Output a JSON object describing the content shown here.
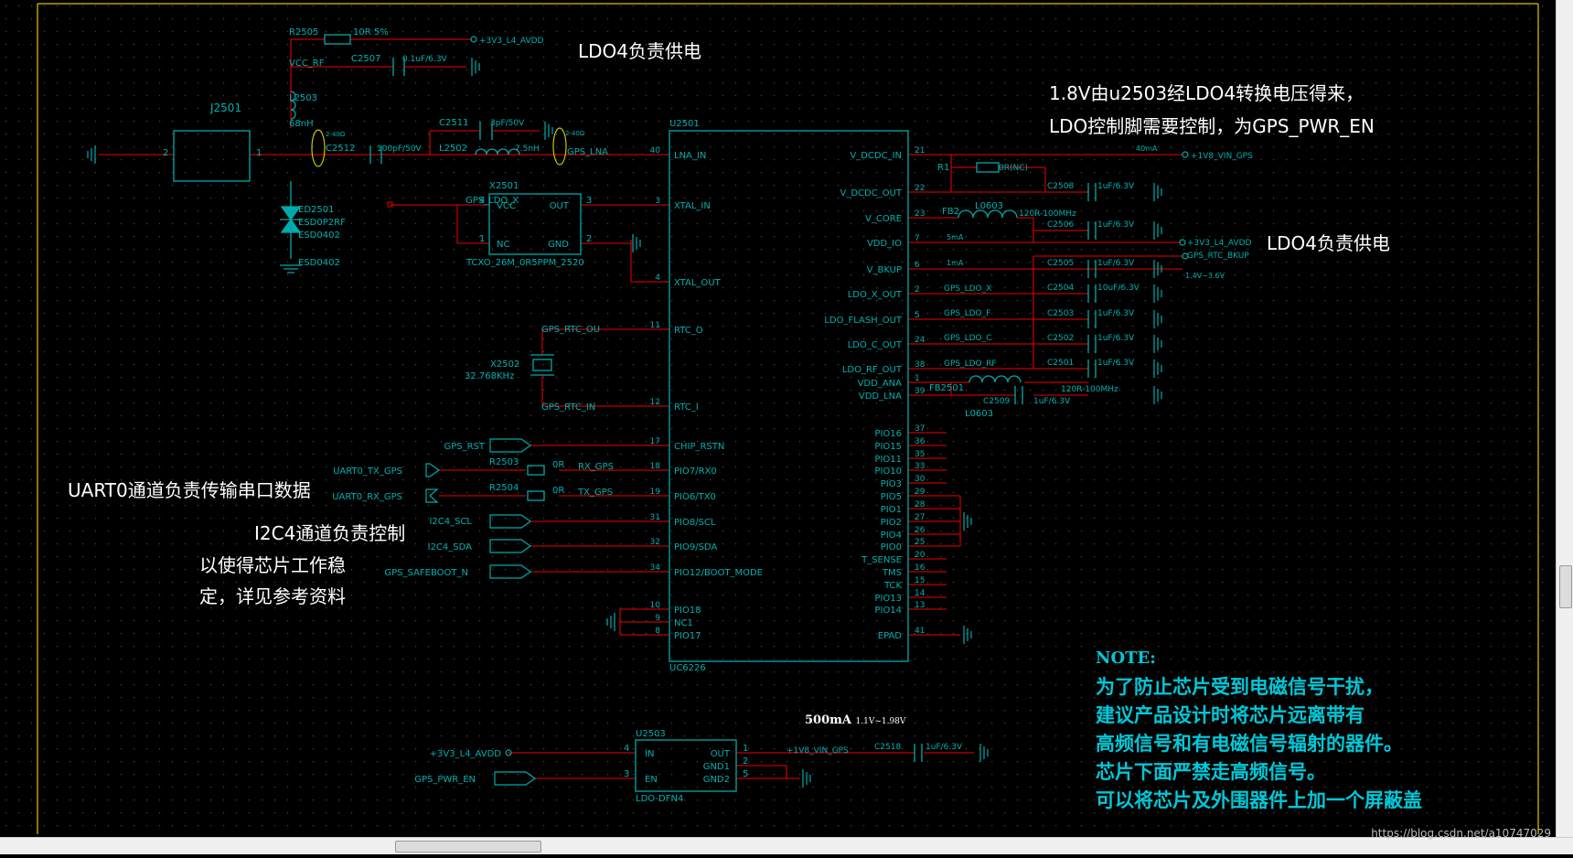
{
  "colors": {
    "background": "#000000",
    "grid_dot": "#3a3a3a",
    "wire": "#c00000",
    "component": "#00aaaa",
    "component_text": "#00b0b0",
    "annotation": "#ffffff",
    "note": "#00c8d8",
    "border": "#b8a000"
  },
  "annotations": {
    "ldo4_top": "LDO4负责供电",
    "note_1v8_line1": "1.8V由u2503经LDO4转换电压得来，",
    "note_1v8_line2": "LDO控制脚需要控制，为GPS_PWR_EN",
    "ldo4_right": "LDO4负责供电",
    "uart0": "UART0通道负责传输串口数据",
    "i2c4_line1": "I2C4通道负责控制",
    "i2c4_line2": "以使得芯片工作稳",
    "i2c4_line3": "定，详见参考资料"
  },
  "note_block": {
    "title": "NOTE:",
    "line1": "为了防止芯片受到电磁信号干扰，",
    "line2": "建议产品设计时将芯片远离带有",
    "line3": "高频信号和有电磁信号辐射的器件。",
    "line4": "芯片下面严禁走高频信号。",
    "line5": "可以将芯片及外围器件上加一个屏蔽盖"
  },
  "watermark": "https://blog.csdn.net/a10747029",
  "ldo_current_label": "500mA",
  "ldo_voltage_range": "1.1V~1.98V",
  "schematic": {
    "u2501": {
      "ref": "U2501",
      "part": "UC6226",
      "left_pins": [
        {
          "name": "LNA_IN",
          "num": "40"
        },
        {
          "name": "XTAL_IN",
          "num": "3"
        },
        {
          "name": "XTAL_OUT",
          "num": "4"
        },
        {
          "name": "RTC_O",
          "num": "11"
        },
        {
          "name": "RTC_I",
          "num": "12"
        },
        {
          "name": "CHIP_RSTN",
          "num": "17"
        },
        {
          "name": "PIO7/RX0",
          "num": "18"
        },
        {
          "name": "PIO6/TX0",
          "num": "19"
        },
        {
          "name": "PIO8/SCL",
          "num": "31"
        },
        {
          "name": "PIO9/SDA",
          "num": "32"
        },
        {
          "name": "PIO12/BOOT_MODE",
          "num": "34"
        },
        {
          "name": "PIO18",
          "num": "10"
        },
        {
          "name": "NC1",
          "num": "9"
        },
        {
          "name": "PIO17",
          "num": "8"
        }
      ],
      "right_pins": [
        {
          "name": "V_DCDC_IN",
          "num": "21"
        },
        {
          "name": "V_DCDC_OUT",
          "num": "22"
        },
        {
          "name": "V_CORE",
          "num": "23"
        },
        {
          "name": "VDD_IO",
          "num": "7"
        },
        {
          "name": "V_BKUP",
          "num": "6"
        },
        {
          "name": "LDO_X_OUT",
          "num": "2"
        },
        {
          "name": "LDO_FLASH_OUT",
          "num": "5"
        },
        {
          "name": "LDO_C_OUT",
          "num": "24"
        },
        {
          "name": "LDO_RF_OUT",
          "num": "38"
        },
        {
          "name": "VDD_ANA",
          "num": "1"
        },
        {
          "name": "VDD_LNA",
          "num": "39"
        },
        {
          "name": "PIO16",
          "num": "37"
        },
        {
          "name": "PIO15",
          "num": "36"
        },
        {
          "name": "PIO11",
          "num": "35"
        },
        {
          "name": "PIO10",
          "num": "33"
        },
        {
          "name": "PIO3",
          "num": "30"
        },
        {
          "name": "PIO5",
          "num": "29"
        },
        {
          "name": "PIO1",
          "num": "28"
        },
        {
          "name": "PIO2",
          "num": "27"
        },
        {
          "name": "PIO4",
          "num": "26"
        },
        {
          "name": "PIO0",
          "num": "25"
        },
        {
          "name": "T_SENSE",
          "num": "20"
        },
        {
          "name": "TMS",
          "num": "16"
        },
        {
          "name": "TCK",
          "num": "15"
        },
        {
          "name": "PIO13",
          "num": "14"
        },
        {
          "name": "PIO14",
          "num": "13"
        },
        {
          "name": "EPAD",
          "num": "41"
        }
      ]
    },
    "right_side": {
      "r1": {
        "ref": "R1",
        "value": "0R(NC)"
      },
      "net_1v8": "+1V8_VIN_GPS",
      "current_40ma": "40mA",
      "current_5ma": "5mA",
      "current_1ma": "1mA",
      "net_3v3": "+3V3_L4_AVDD",
      "net_rtc_bkup": "GPS_RTC_BKUP",
      "bkup_range": "1.4V~3.6V",
      "fb2": {
        "ref": "FB2",
        "part": "L0603",
        "value": "120R-100MHz"
      },
      "fb2501": {
        "ref": "FB2501",
        "part": "L0603",
        "value": "120R-100MHz"
      },
      "caps": [
        {
          "ref": "C2508",
          "value": "1uF/6.3V"
        },
        {
          "ref": "C2506",
          "value": "1uF/6.3V"
        },
        {
          "ref": "C2505",
          "value": "1uF/6.3V"
        },
        {
          "ref": "C2504",
          "value": "10uF/6.3V"
        },
        {
          "ref": "C2503",
          "value": "1uF/6.3V"
        },
        {
          "ref": "C2502",
          "value": "1uF/6.3V"
        },
        {
          "ref": "C2501",
          "value": "1uF/6.3V"
        }
      ],
      "c2509": {
        "ref": "C2509",
        "value": "1uF/6.3V"
      },
      "ldo_nets": [
        "GPS_LDO_X",
        "GPS_LDO_F",
        "GPS_LDO_C",
        "GPS_LDO_RF"
      ]
    },
    "top": {
      "r2505": {
        "ref": "R2505",
        "value": "10R 5%"
      },
      "net_3v3": "+3V3_L4_AVDD",
      "vcc_rf": "VCC_RF",
      "c2507": {
        "ref": "C2507",
        "value": "0.1uF/6.3V"
      },
      "l2503": {
        "ref": "L2503",
        "value": "68nH"
      },
      "j2501": "J2501",
      "c2512": {
        "ref": "C2512",
        "value": "100pF/50V"
      },
      "c2511": {
        "ref": "C2511",
        "value": "3pF/50V"
      },
      "l2502": {
        "ref": "L2502",
        "value": "7.5nH"
      },
      "gps_lna": "GPS_LNA",
      "ohm_a": "2-40Ω",
      "ohm_b": "2-40Ω",
      "esd": {
        "ref": "ED2501",
        "part1": "ESD0P2RF",
        "part2": "ESD0402",
        "part3": "ESD0402"
      }
    },
    "tcxo": {
      "ref": "X2501",
      "part": "TCXO_26M_0R5PPM_2520",
      "net": "GPS_LDO_X",
      "pins": {
        "vcc": "VCC",
        "out": "OUT",
        "nc": "NC",
        "gnd": "GND",
        "p4": "4",
        "p3": "3",
        "p1": "1",
        "p2": "2"
      }
    },
    "rtc": {
      "ref": "X2502",
      "value": "32.768KHz",
      "net_out": "GPS_RTC_OU",
      "net_in": "GPS_RTC_IN"
    },
    "io_nets": {
      "rst": "GPS_RST",
      "uart_tx": "UART0_TX_GPS",
      "uart_rx": "UART0_RX_GPS",
      "r2503": "R2503",
      "r2504": "R2504",
      "r_val": "0R",
      "rx_gps": "RX_GPS",
      "tx_gps": "TX_GPS",
      "scl": "I2C4_SCL",
      "sda": "I2C4_SDA",
      "safeboot": "GPS_SAFEBOOT_N"
    },
    "u2503": {
      "ref": "U2503",
      "part": "LDO-DFN4",
      "in_net": "+3V3_L4_AVDD",
      "en_net": "GPS_PWR_EN",
      "out_net": "+1V8_VIN_GPS",
      "cap": {
        "ref": "C2518",
        "value": "1uF/6.3V"
      },
      "pins": {
        "in": "IN",
        "en": "EN",
        "out": "OUT",
        "gnd1": "GND1",
        "gnd2": "GND2",
        "p4": "4",
        "p3": "3",
        "p1": "1",
        "p2": "2",
        "p5": "5"
      }
    }
  }
}
